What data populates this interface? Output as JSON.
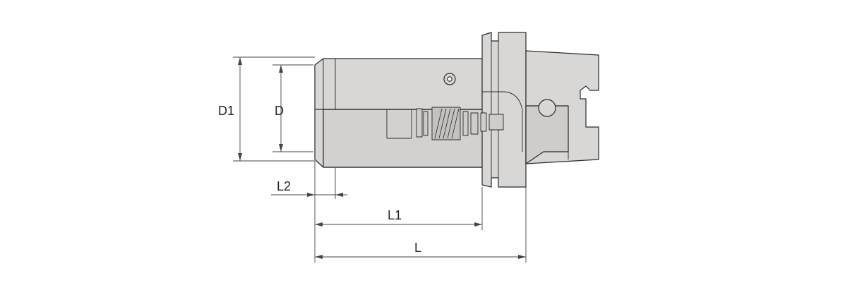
{
  "drawing": {
    "labels": {
      "d1": "D1",
      "d": "D",
      "l2": "L2",
      "l1": "L1",
      "l": "L"
    },
    "colors": {
      "body": "#d9d7d6",
      "body_dark": "#bdbab8",
      "inner": "#c9c6c4",
      "outline": "#2a2a2a",
      "dimension": "#444444"
    }
  }
}
